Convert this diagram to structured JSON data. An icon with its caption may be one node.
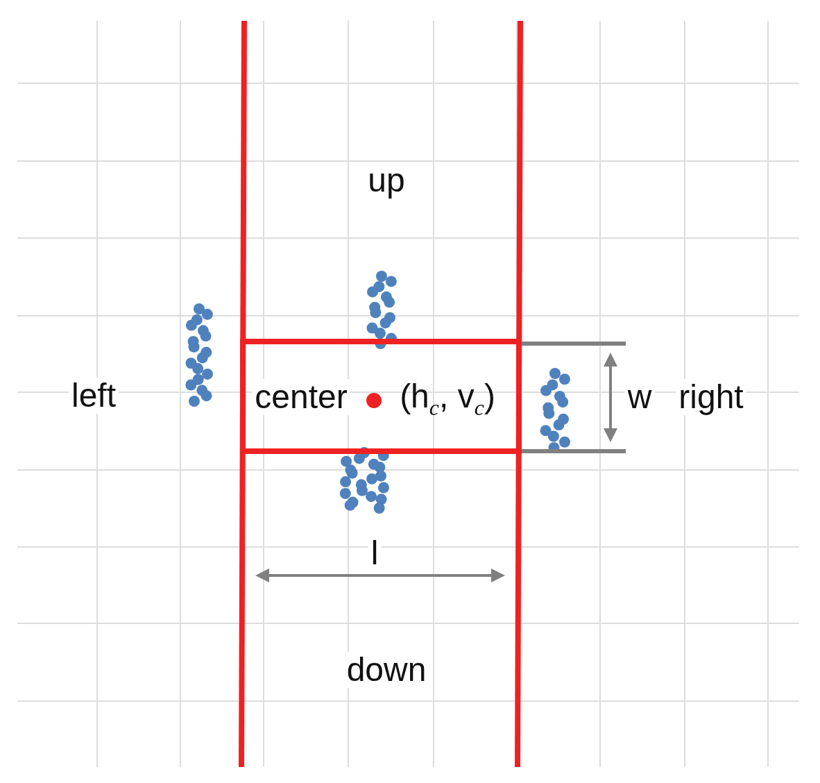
{
  "diagram": {
    "labels": [
      "up",
      "left",
      "center",
      "(h$_{c}$, v$_{c}$)",
      "w",
      "right",
      "l",
      "down"
    ]
  }
}
